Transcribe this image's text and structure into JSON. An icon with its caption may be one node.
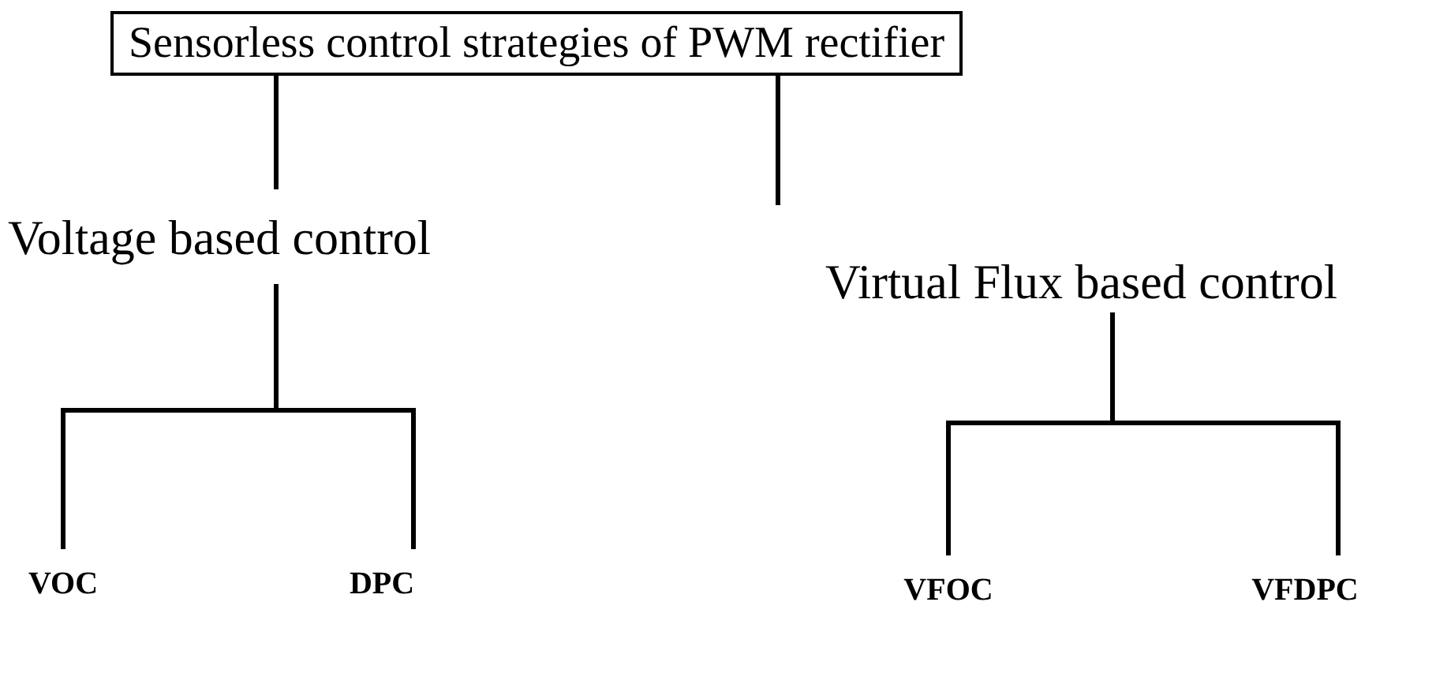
{
  "diagram": {
    "nodes": [
      {
        "text": [
          "Sensorless control strategies of PWM rectifier"
        ]
      },
      {
        "text": [
          "Voltage based control"
        ]
      },
      {
        "text": [
          "Virtual Flux based control"
        ]
      },
      {
        "text": [
          "VOC"
        ]
      },
      {
        "text": [
          "DPC"
        ]
      },
      {
        "text": [
          "VFOC"
        ]
      },
      {
        "text": [
          "VFDPC"
        ]
      }
    ],
    "edges": [
      {
        "from": 0,
        "to": 1,
        "arrow": "none"
      },
      {
        "from": 0,
        "to": 2,
        "arrow": "none"
      },
      {
        "from": 1,
        "to": 3,
        "arrow": "none"
      },
      {
        "from": 1,
        "to": 4,
        "arrow": "none"
      },
      {
        "from": 2,
        "to": 5,
        "arrow": "none"
      },
      {
        "from": 2,
        "to": 6,
        "arrow": "none"
      }
    ]
  }
}
